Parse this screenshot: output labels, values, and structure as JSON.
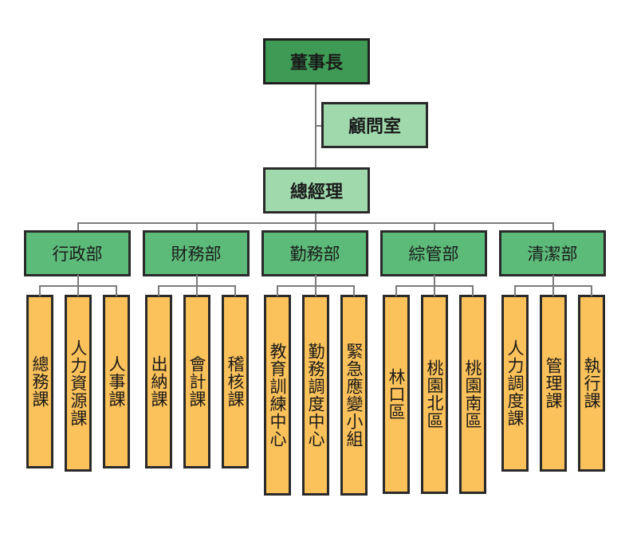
{
  "chairman": "董事長",
  "advisory": "顧問室",
  "gm": "總經理",
  "departments": [
    {
      "name": "行政部",
      "units": [
        "總務課",
        "人力資源課",
        "人事課"
      ]
    },
    {
      "name": "財務部",
      "units": [
        "出納課",
        "會計課",
        "稽核課"
      ]
    },
    {
      "name": "勤務部",
      "units": [
        "教育訓練中心",
        "勤務調度中心",
        "緊急應變小組"
      ]
    },
    {
      "name": "綜管部",
      "units": [
        "林口區",
        "桃園北區",
        "桃園南區"
      ]
    },
    {
      "name": "清潔部",
      "units": [
        "人力調度課",
        "管理課",
        "執行課"
      ]
    }
  ],
  "colors": {
    "chairman_fill": "#3f9a55",
    "advisory_fill": "#9fd9ac",
    "department_fill": "#5dbb7a",
    "unit_fill": "#fbc15a",
    "connector": "#7a7a7a"
  }
}
